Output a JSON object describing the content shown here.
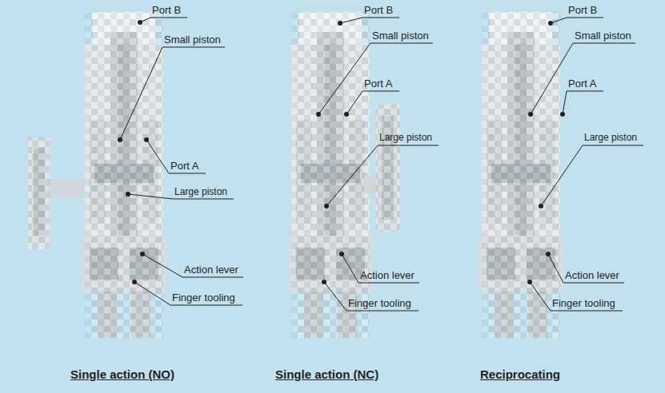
{
  "diagram": {
    "labels": [
      "Port B",
      "Small piston",
      "Port A",
      "Large piston",
      "Action lever",
      "Finger tooling",
      "Single action (NO)",
      "Port B",
      "Small piston",
      "Port A",
      "Large piston",
      "Action lever",
      "Finger tooling",
      "Single action (NC)",
      "Port B",
      "Small piston",
      "Port A",
      "Large piston",
      "Action lever",
      "Finger tooling",
      "Reciprocating"
    ]
  }
}
